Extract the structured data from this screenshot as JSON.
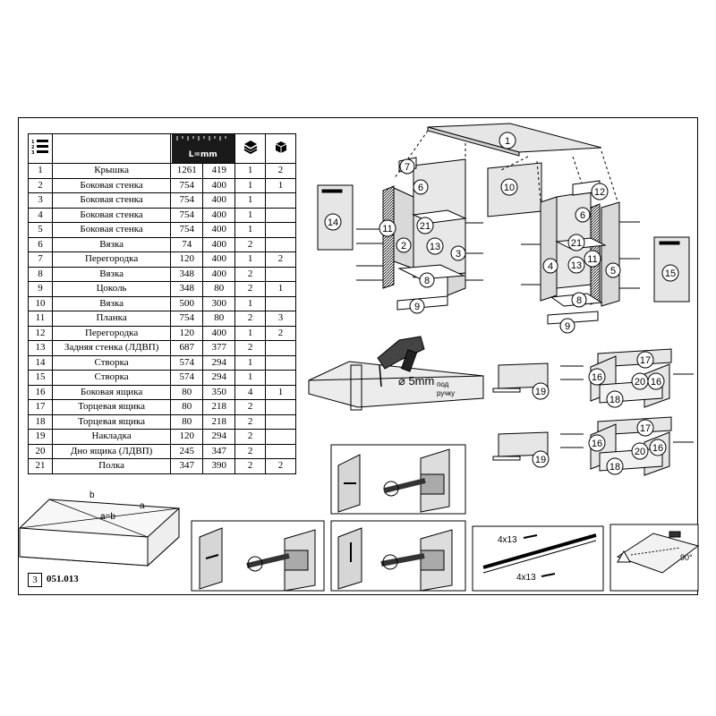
{
  "header": {
    "dims_label": "L=mm"
  },
  "parts": [
    {
      "no": "1",
      "name": "Крышка",
      "len": "1261",
      "wid": "419",
      "qty": "1",
      "grp": "2"
    },
    {
      "no": "2",
      "name": "Боковая стенка",
      "len": "754",
      "wid": "400",
      "qty": "1",
      "grp": "1"
    },
    {
      "no": "3",
      "name": "Боковая стенка",
      "len": "754",
      "wid": "400",
      "qty": "1",
      "grp": ""
    },
    {
      "no": "4",
      "name": "Боковая стенка",
      "len": "754",
      "wid": "400",
      "qty": "1",
      "grp": ""
    },
    {
      "no": "5",
      "name": "Боковая стенка",
      "len": "754",
      "wid": "400",
      "qty": "1",
      "grp": ""
    },
    {
      "no": "6",
      "name": "Вязка",
      "len": "74",
      "wid": "400",
      "qty": "2",
      "grp": ""
    },
    {
      "no": "7",
      "name": "Перегородка",
      "len": "120",
      "wid": "400",
      "qty": "1",
      "grp": "2"
    },
    {
      "no": "8",
      "name": "Вязка",
      "len": "348",
      "wid": "400",
      "qty": "2",
      "grp": ""
    },
    {
      "no": "9",
      "name": "Цоколь",
      "len": "348",
      "wid": "80",
      "qty": "2",
      "grp": "1"
    },
    {
      "no": "10",
      "name": "Вязка",
      "len": "500",
      "wid": "300",
      "qty": "1",
      "grp": ""
    },
    {
      "no": "11",
      "name": "Планка",
      "len": "754",
      "wid": "80",
      "qty": "2",
      "grp": "3"
    },
    {
      "no": "12",
      "name": "Перегородка",
      "len": "120",
      "wid": "400",
      "qty": "1",
      "grp": "2"
    },
    {
      "no": "13",
      "name": "Задняя стенка (ЛДВП)",
      "len": "687",
      "wid": "377",
      "qty": "2",
      "grp": ""
    },
    {
      "no": "14",
      "name": "Створка",
      "len": "574",
      "wid": "294",
      "qty": "1",
      "grp": ""
    },
    {
      "no": "15",
      "name": "Створка",
      "len": "574",
      "wid": "294",
      "qty": "1",
      "grp": ""
    },
    {
      "no": "16",
      "name": "Боковая ящика",
      "len": "80",
      "wid": "350",
      "qty": "4",
      "grp": "1"
    },
    {
      "no": "17",
      "name": "Торцевая ящика",
      "len": "80",
      "wid": "218",
      "qty": "2",
      "grp": ""
    },
    {
      "no": "18",
      "name": "Торцевая ящика",
      "len": "80",
      "wid": "218",
      "qty": "2",
      "grp": ""
    },
    {
      "no": "19",
      "name": "Накладка",
      "len": "120",
      "wid": "294",
      "qty": "2",
      "grp": ""
    },
    {
      "no": "20",
      "name": "Дно ящика (ЛДВП)",
      "len": "245",
      "wid": "347",
      "qty": "2",
      "grp": ""
    },
    {
      "no": "21",
      "name": "Полка",
      "len": "347",
      "wid": "390",
      "qty": "2",
      "grp": "2"
    }
  ],
  "footer": {
    "page": "3",
    "code": "051.013"
  },
  "callouts": {
    "drill": "⌀ 5mm",
    "drill_note_1": "под",
    "drill_note_2": "ручку",
    "diag_a": "a",
    "diag_b": "b",
    "diag_eq": "a=b",
    "screw_1": "4x13",
    "screw_2": "4x13",
    "angle": "90°"
  },
  "part_numbers": [
    "1",
    "2",
    "3",
    "4",
    "5",
    "6",
    "7",
    "8",
    "9",
    "10",
    "11",
    "12",
    "13",
    "14",
    "15",
    "16",
    "17",
    "18",
    "19",
    "20",
    "21"
  ]
}
